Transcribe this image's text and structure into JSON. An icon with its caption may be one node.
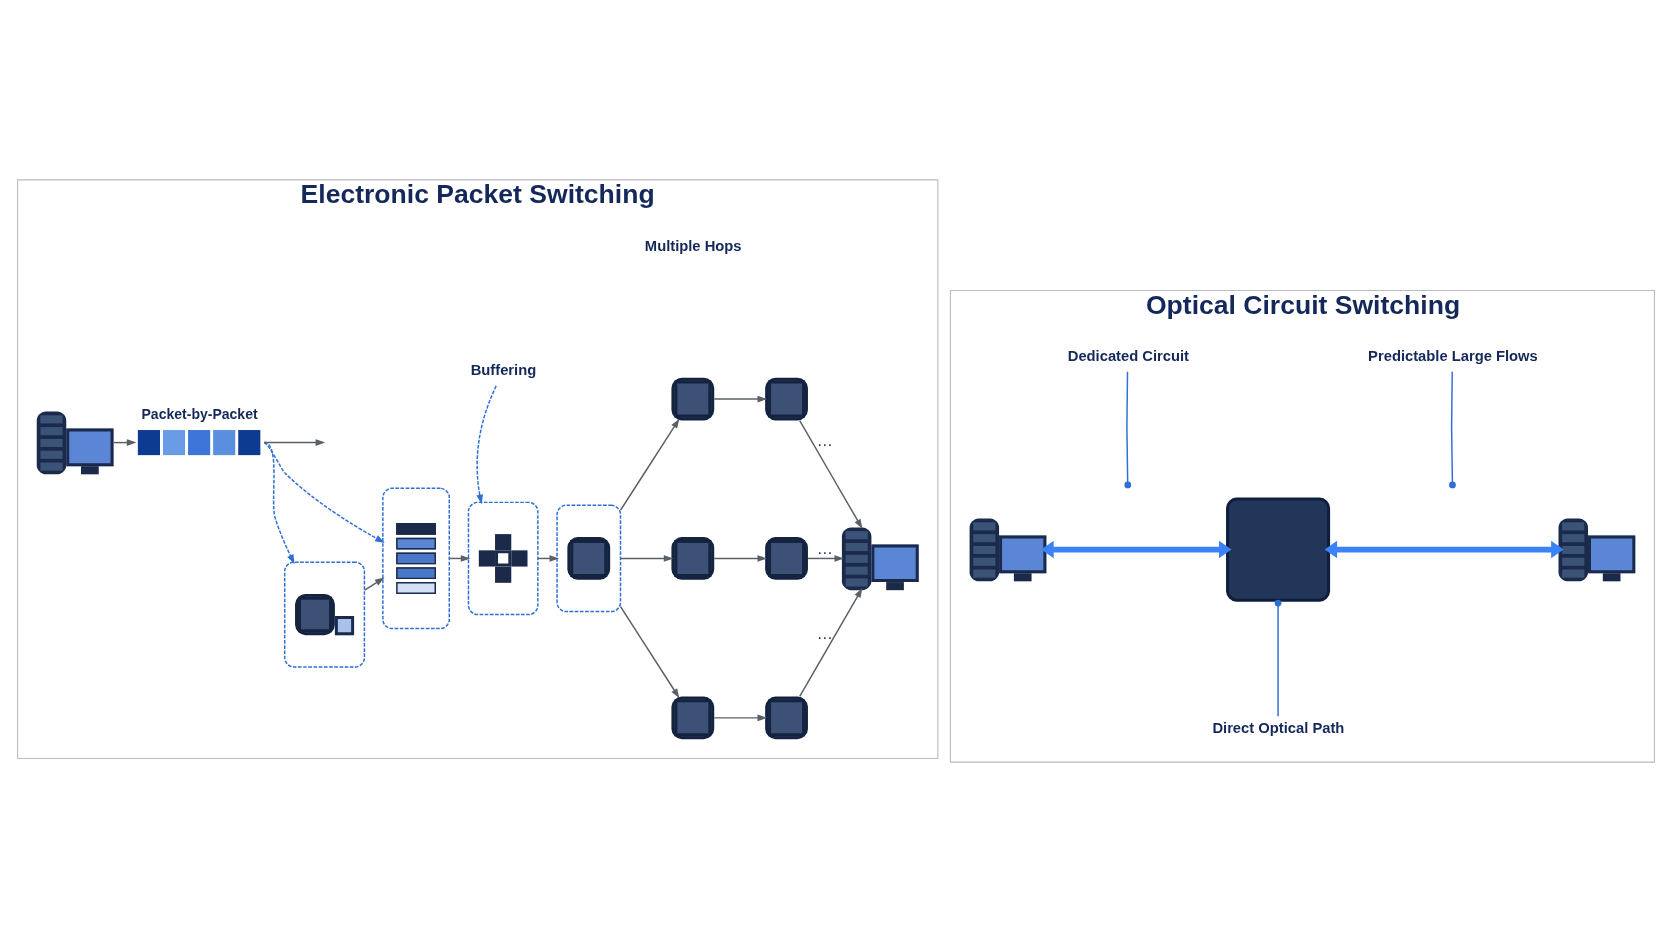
{
  "diagram": {
    "nodes": [
      {
        "text": [
          "Electronic Packet Switching"
        ]
      },
      {
        "text": [],
        "shape": "picture",
        "in": 0
      },
      {
        "text": [],
        "shape": "bar",
        "beside": [
          "Packet-by-Packet"
        ],
        "in": 0
      },
      {
        "text": [
          "Buffering"
        ],
        "in": 0
      },
      {
        "text": [],
        "shape": "box",
        "in": 0
      },
      {
        "text": [],
        "shape": "box",
        "in": 0
      },
      {
        "text": [],
        "shape": "box",
        "in": 0
      },
      {
        "text": [],
        "shape": "box",
        "in": 0
      },
      {
        "text": [],
        "shape": "picture",
        "in": 0
      },
      {
        "text": [],
        "shape": "picture",
        "in": 0
      },
      {
        "text": [],
        "shape": "picture",
        "in": 0
      },
      {
        "text": [],
        "shape": "picture",
        "in": 0
      },
      {
        "text": [],
        "shape": "picture",
        "in": 0
      },
      {
        "text": [],
        "shape": "picture",
        "in": 0
      },
      {
        "text": [],
        "shape": "picture",
        "in": 0
      },
      {
        "text": [
          "Optical Circuit Switching"
        ]
      },
      {
        "text": [
          "Dedicated Circuit"
        ],
        "in": 15
      },
      {
        "text": [
          "Predictable Large Flows"
        ],
        "in": 15
      },
      {
        "text": [],
        "shape": "picture",
        "in": 15
      },
      {
        "text": [],
        "shape": "box",
        "in": 15
      },
      {
        "text": [],
        "shape": "picture",
        "in": 15
      },
      {
        "text": [
          "Direct Optical Path"
        ],
        "in": 15
      }
    ],
    "edges": [
      {
        "from": 1,
        "to": 2,
        "arrow": "to"
      },
      {
        "from": 2,
        "to": null,
        "arrow": "to"
      },
      {
        "from": 2,
        "to": 4,
        "arrow": "to",
        "style": "dashed",
        "color": "#2f6fd6"
      },
      {
        "from": 2,
        "to": 5,
        "arrow": "to",
        "style": "dashed",
        "color": "#2f6fd6"
      },
      {
        "from": 3,
        "to": 6,
        "arrow": "to",
        "style": "dashed",
        "color": "#2f6fd6"
      },
      {
        "from": 4,
        "to": 5,
        "arrow": "to"
      },
      {
        "from": 5,
        "to": 6,
        "arrow": "to"
      },
      {
        "from": 6,
        "to": 7,
        "arrow": "to"
      },
      {
        "from": 7,
        "to": 8,
        "arrow": "to"
      },
      {
        "from": 7,
        "to": 10,
        "arrow": "to"
      },
      {
        "from": 7,
        "to": 12,
        "arrow": "to"
      },
      {
        "from": 8,
        "to": 9,
        "arrow": "to"
      },
      {
        "from": 10,
        "to": 11,
        "arrow": "to"
      },
      {
        "from": 12,
        "to": 13,
        "arrow": "to"
      },
      {
        "from": 9,
        "to": 14,
        "arrow": "to",
        "label": "…"
      },
      {
        "from": 11,
        "to": 14,
        "arrow": "to",
        "label": "…"
      },
      {
        "from": 13,
        "to": 14,
        "arrow": "to",
        "label": "…"
      },
      {
        "from": 18,
        "to": 19,
        "arrow": "both",
        "style": "thick",
        "color": "#3b82f6"
      },
      {
        "from": 19,
        "to": 20,
        "arrow": "both",
        "style": "thick",
        "color": "#3b82f6"
      },
      {
        "from": 16,
        "to": null,
        "arrow": "other",
        "color": "#2f6fd6"
      },
      {
        "from": 17,
        "to": null,
        "arrow": "other",
        "color": "#2f6fd6"
      },
      {
        "from": 21,
        "to": 19,
        "arrow": "other",
        "color": "#2f6fd6"
      }
    ],
    "labels": [
      "Multiple Hops"
    ]
  }
}
